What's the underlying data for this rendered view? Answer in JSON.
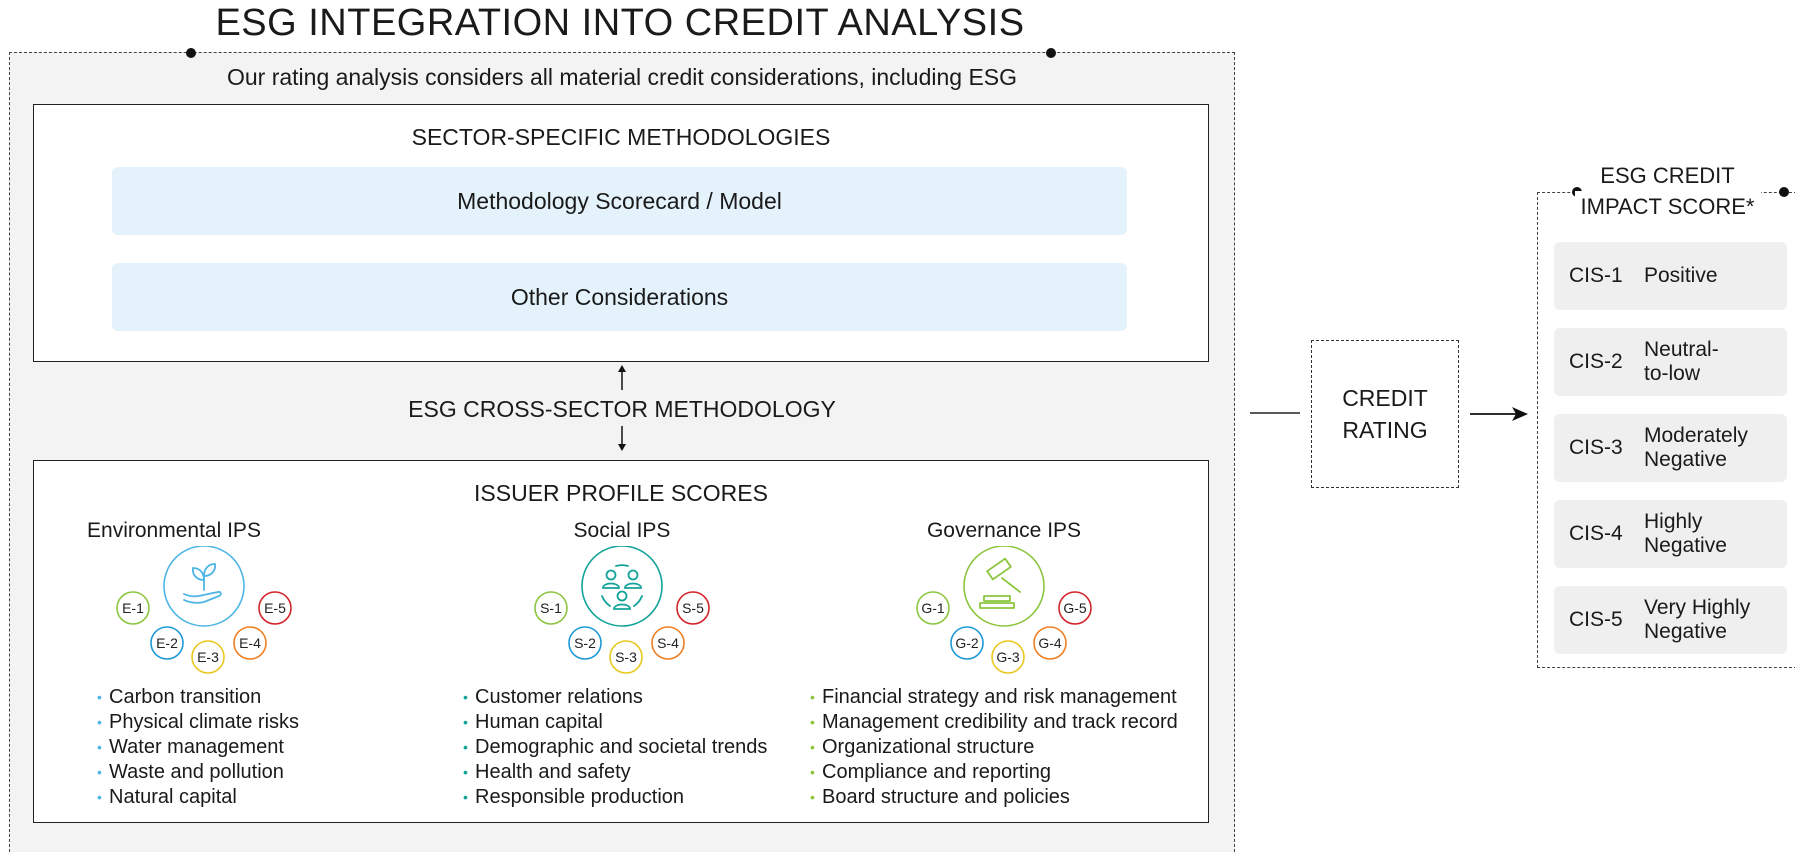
{
  "header": {
    "title": "ESG INTEGRATION INTO CREDIT ANALYSIS"
  },
  "framework": {
    "subtitle": "Our rating analysis considers all material credit considerations, including ESG",
    "sector_box": {
      "title": "SECTOR-SPECIFIC METHODOLOGIES",
      "items": [
        "Methodology Scorecard / Model",
        "Other Considerations"
      ]
    },
    "cross_sector": "ESG CROSS-SECTOR METHODOLOGY",
    "ips_box": {
      "title": "ISSUER PROFILE SCORES",
      "columns": [
        {
          "title": "Environmental IPS",
          "icon": "plant-in-hand-icon",
          "color": "#4db6e6",
          "badges": [
            "E-1",
            "E-2",
            "E-3",
            "E-4",
            "E-5"
          ],
          "factors": [
            "Carbon transition",
            "Physical climate risks",
            "Water management",
            "Waste and pollution",
            "Natural capital"
          ]
        },
        {
          "title": "Social IPS",
          "icon": "people-cycle-icon",
          "color": "#14a39a",
          "badges": [
            "S-1",
            "S-2",
            "S-3",
            "S-4",
            "S-5"
          ],
          "factors": [
            "Customer relations",
            "Human capital",
            "Demographic and societal trends",
            "Health and safety",
            "Responsible production"
          ]
        },
        {
          "title": "Governance IPS",
          "icon": "gavel-icon",
          "color": "#8cc63f",
          "badges": [
            "G-1",
            "G-2",
            "G-3",
            "G-4",
            "G-5"
          ],
          "factors": [
            "Financial strategy and risk management",
            "Management credibility and track record",
            "Organizational structure",
            "Compliance and reporting",
            "Board structure and policies"
          ]
        }
      ]
    }
  },
  "credit_rating": {
    "line1": "CREDIT",
    "line2": "RATING"
  },
  "cis": {
    "title_line1": "ESG CREDIT",
    "title_line2": "IMPACT SCORE*",
    "rows": [
      {
        "code": "CIS-1",
        "label_lines": [
          "Positive"
        ]
      },
      {
        "code": "CIS-2",
        "label_lines": [
          "Neutral-",
          "to-low"
        ]
      },
      {
        "code": "CIS-3",
        "label_lines": [
          "Moderately",
          "Negative"
        ]
      },
      {
        "code": "CIS-4",
        "label_lines": [
          "Highly",
          "Negative"
        ]
      },
      {
        "code": "CIS-5",
        "label_lines": [
          "Very Highly",
          "Negative"
        ]
      }
    ]
  },
  "colors": {
    "score_1": "#8cc63f",
    "score_2": "#1e9ad6",
    "score_3": "#e8c81e",
    "score_4": "#f07f22",
    "score_5": "#d2232a",
    "env_bullet": "#4db6e6",
    "soc_bullet": "#14a39a",
    "gov_bullet": "#8cc63f",
    "bar_fill": "#e4f2fb"
  }
}
